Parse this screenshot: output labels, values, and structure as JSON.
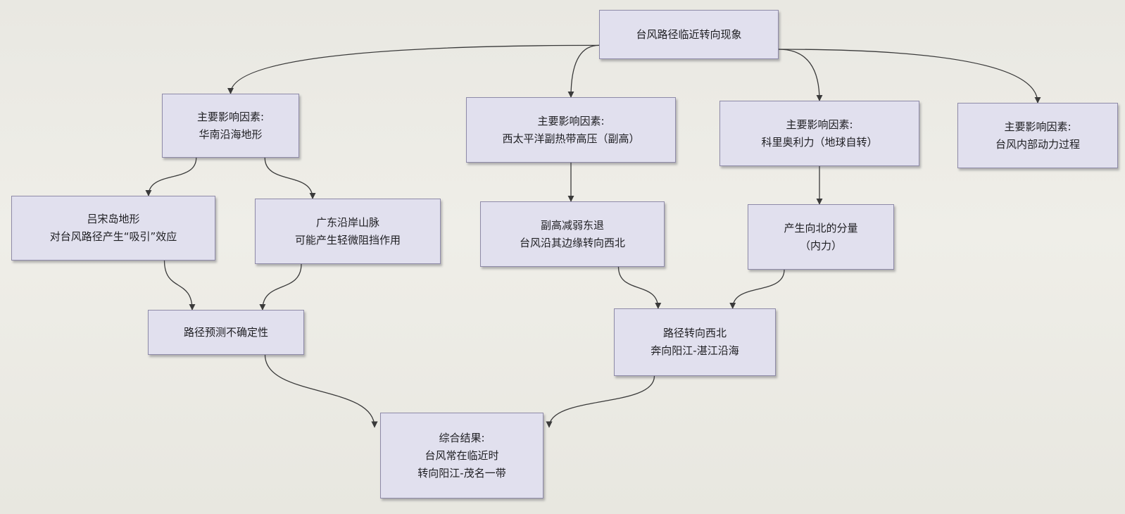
{
  "diagram": {
    "nodes": {
      "root": {
        "lines": [
          "台风路径临近转向现象"
        ]
      },
      "terrain": {
        "lines": [
          "主要影响因素:",
          "华南沿海地形"
        ]
      },
      "subtropical_high": {
        "lines": [
          "主要影响因素:",
          "西太平洋副热带高压（副高）"
        ]
      },
      "coriolis": {
        "lines": [
          "主要影响因素:",
          "科里奥利力（地球自转）"
        ]
      },
      "internal": {
        "lines": [
          "主要影响因素:",
          "台风内部动力过程"
        ]
      },
      "luzon": {
        "lines": [
          "吕宋岛地形",
          "对台风路径产生“吸引”效应"
        ]
      },
      "guangdong": {
        "lines": [
          "广东沿岸山脉",
          "可能产生轻微阻挡作用"
        ]
      },
      "high_weakens": {
        "lines": [
          "副高减弱东退",
          "台风沿其边缘转向西北"
        ]
      },
      "north_component": {
        "lines": [
          "产生向北的分量",
          "（内力）"
        ]
      },
      "uncertainty": {
        "lines": [
          "路径预测不确定性"
        ]
      },
      "turn_northwest": {
        "lines": [
          "路径转向西北",
          "奔向阳江-湛江沿海"
        ]
      },
      "result": {
        "lines": [
          "综合结果:",
          "台风常在临近时",
          "转向阳江-茂名一带"
        ]
      }
    },
    "edges": [
      {
        "from": "root",
        "to": "terrain"
      },
      {
        "from": "root",
        "to": "subtropical_high"
      },
      {
        "from": "root",
        "to": "coriolis"
      },
      {
        "from": "root",
        "to": "internal"
      },
      {
        "from": "terrain",
        "to": "luzon"
      },
      {
        "from": "terrain",
        "to": "guangdong"
      },
      {
        "from": "subtropical_high",
        "to": "high_weakens"
      },
      {
        "from": "coriolis",
        "to": "north_component"
      },
      {
        "from": "luzon",
        "to": "uncertainty"
      },
      {
        "from": "guangdong",
        "to": "uncertainty"
      },
      {
        "from": "high_weakens",
        "to": "turn_northwest"
      },
      {
        "from": "north_component",
        "to": "turn_northwest"
      },
      {
        "from": "uncertainty",
        "to": "result"
      },
      {
        "from": "turn_northwest",
        "to": "result"
      }
    ],
    "colors": {
      "node_fill": "#e1e0ee",
      "node_border": "#8e8aa8",
      "edge": "#3a3a3a",
      "background": "#eceae4"
    }
  }
}
